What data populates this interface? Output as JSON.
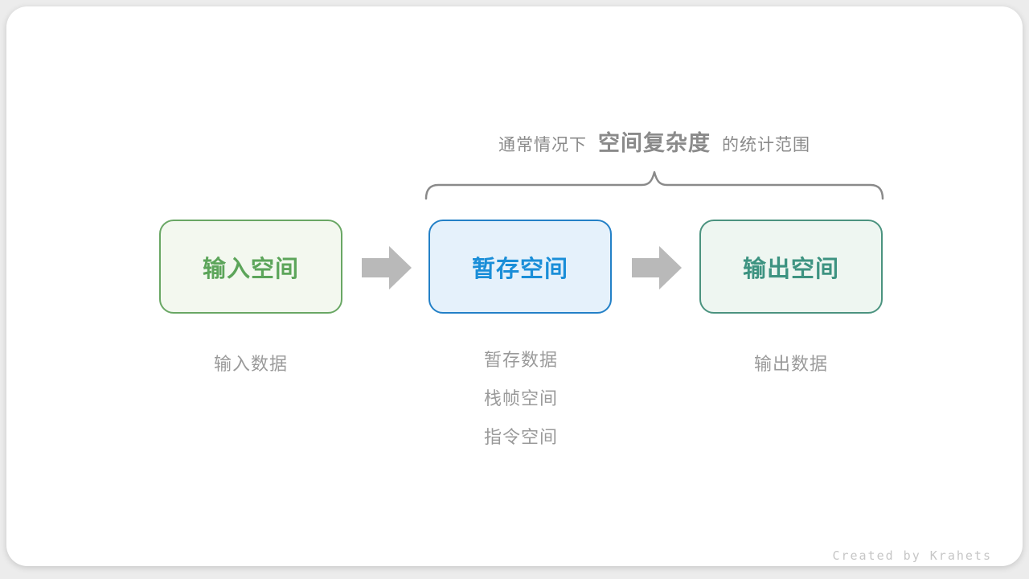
{
  "page": {
    "background_color": "#ececec",
    "card_color": "#ffffff"
  },
  "title": {
    "prefix": "通常情况下",
    "highlight": "空间复杂度",
    "suffix": "的统计范围",
    "color": "#8a8a8a"
  },
  "brace": {
    "color": "#8a8a8a"
  },
  "boxes": [
    {
      "label": "输入空间",
      "text_color": "#5ca55a",
      "border_color": "#69a764",
      "background": "#f3f8ef"
    },
    {
      "label": "暂存空间",
      "text_color": "#1a8ed8",
      "border_color": "#2380c7",
      "background": "#e5f1fb"
    },
    {
      "label": "输出空间",
      "text_color": "#3d9381",
      "border_color": "#4b937f",
      "background": "#eef6f1"
    }
  ],
  "arrows": {
    "color": "#b9b9b9"
  },
  "annotations": {
    "color": "#9a9a9a",
    "input": "输入数据",
    "temp": [
      "暂存数据",
      "栈帧空间",
      "指令空间"
    ],
    "output": "输出数据"
  },
  "watermark": "Created by Krahets"
}
